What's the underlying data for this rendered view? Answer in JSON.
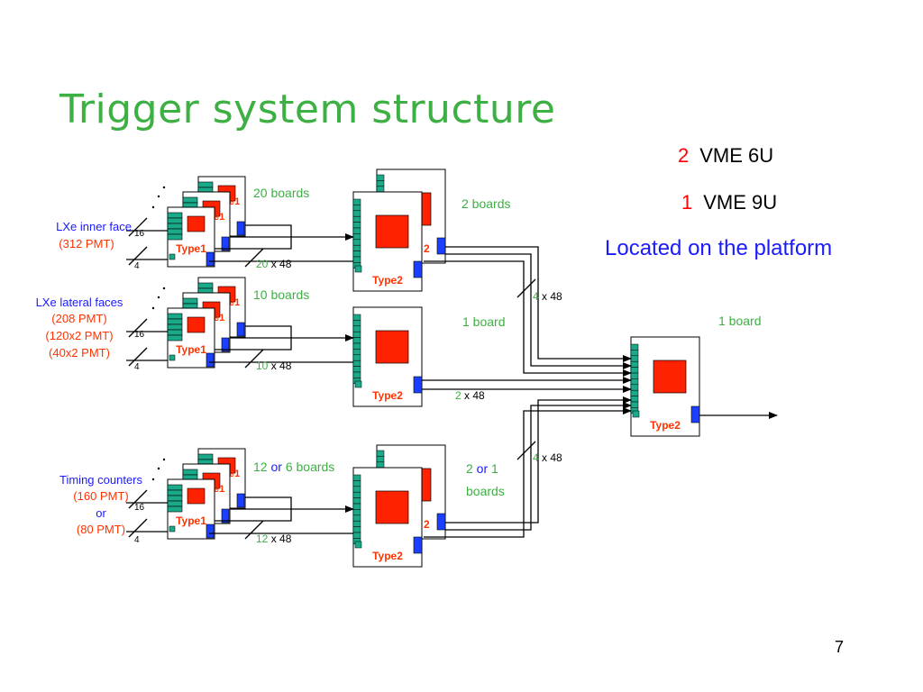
{
  "title": "Trigger system structure",
  "page_number": "7",
  "legend": [
    {
      "count": "2",
      "label": "VME 6U"
    },
    {
      "count": "1",
      "label": "VME 9U"
    }
  ],
  "location_note": "Located on the platform",
  "board_label_type1": "Type1",
  "board_label_type2": "Type2",
  "hidden_type2_suffix": "2",
  "hidden_type1_suffix": "e1",
  "detector_groups": [
    {
      "name_lines": [
        "LXe inner face"
      ],
      "pmt_lines": [
        "(312 PMT)"
      ],
      "input_top": "16",
      "input_bottom": "4",
      "type1_boards": {
        "prefix": "20",
        "suffix": " boards"
      },
      "type1_output": {
        "num": "20",
        "rest": " x 48"
      },
      "type2_boards": "2 boards"
    },
    {
      "name_lines": [
        "LXe lateral faces"
      ],
      "pmt_lines": [
        "(208 PMT)",
        "(120x2 PMT)",
        "(40x2 PMT)"
      ],
      "input_top": "16",
      "input_bottom": "4",
      "type1_boards": {
        "prefix": "10",
        "suffix": " boards"
      },
      "type1_output": {
        "num": "10",
        "rest": " x 48"
      },
      "type2_boards": "1 board"
    },
    {
      "name_lines": [
        "Timing counters"
      ],
      "pmt_lines": [
        "(160 PMT)"
      ],
      "or_word": "or",
      "pmt_lines_2": [
        "(80 PMT)"
      ],
      "input_top": "16",
      "input_bottom": "4",
      "type1_boards": {
        "prefix": "12",
        "or": " or ",
        "alt": "6",
        "suffix": " boards"
      },
      "type1_output": {
        "num": "12",
        "rest": " x 48"
      },
      "type2_boards": {
        "a": "2",
        "or": " or ",
        "b": "1",
        "line2": "boards"
      }
    }
  ],
  "stage2_outputs": [
    {
      "num": "4",
      "rest": " x 48"
    },
    {
      "num": "2",
      "rest": " x 48"
    },
    {
      "num": "4",
      "rest": " x 48"
    }
  ],
  "final_board_label": "1 board",
  "colors": {
    "title": "#3cb043",
    "board_count": "#3cb043",
    "chip": "#ff2200",
    "connector": "#1a3fff",
    "slot": "#1aaa8a",
    "detector_name": "#1a1aff",
    "pmt_count": "#ff3300"
  }
}
